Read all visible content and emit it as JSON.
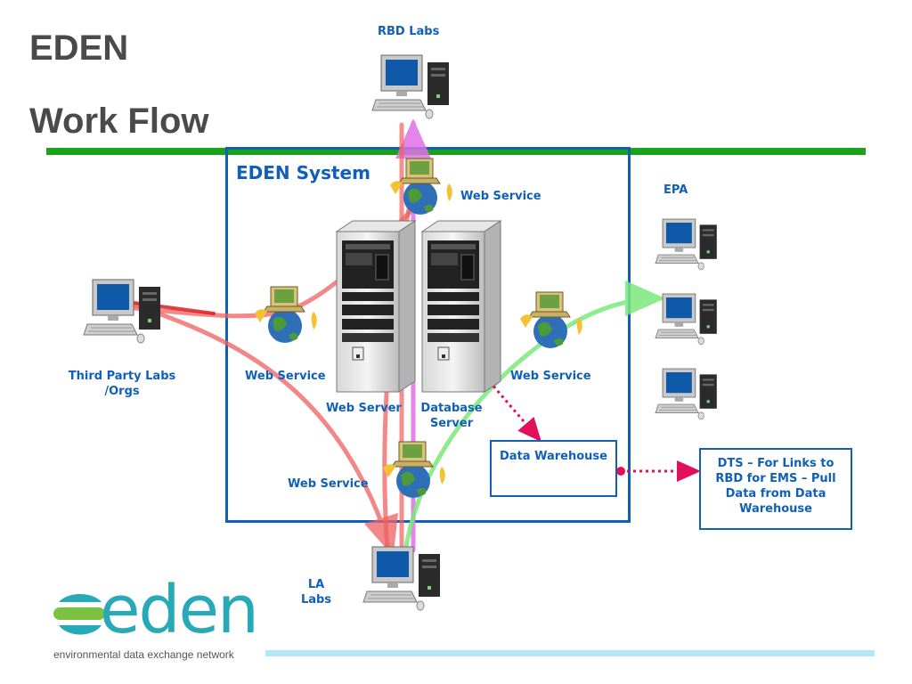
{
  "slide": {
    "title_line1": "EDEN",
    "title_line2": "Work Flow"
  },
  "system": {
    "title": "EDEN System"
  },
  "nodes": {
    "rbd_labs": "RBD Labs",
    "epa": "EPA",
    "third_party_line1": "Third Party Labs",
    "third_party_line2": "/Orgs",
    "la_labs_line1": "LA",
    "la_labs_line2": "Labs",
    "web_server": "Web Server",
    "database_server_line1": "Database",
    "database_server_line2": "Server"
  },
  "web_services": {
    "top": "Web Service",
    "left": "Web Service",
    "right": "Web Service",
    "bottom": "Web Service"
  },
  "data_warehouse": {
    "label": "Data Warehouse"
  },
  "dts": {
    "line1": "DTS – For Links to",
    "line2": "RBD for EMS – Pull",
    "line3": "Data from Data",
    "line4": "Warehouse"
  },
  "logo": {
    "word": "eden",
    "tagline": "environmental data exchange network"
  },
  "colors": {
    "title_gray": "#4a4a4a",
    "label_blue": "#1060b8",
    "green_rule": "#1aa31a",
    "light_blue_rule": "#b6e6f5",
    "red_flow": "#f06060",
    "pink_flow": "#e070e8",
    "green_flow": "#7be87b",
    "dashed_arrow": "#e0105a"
  }
}
